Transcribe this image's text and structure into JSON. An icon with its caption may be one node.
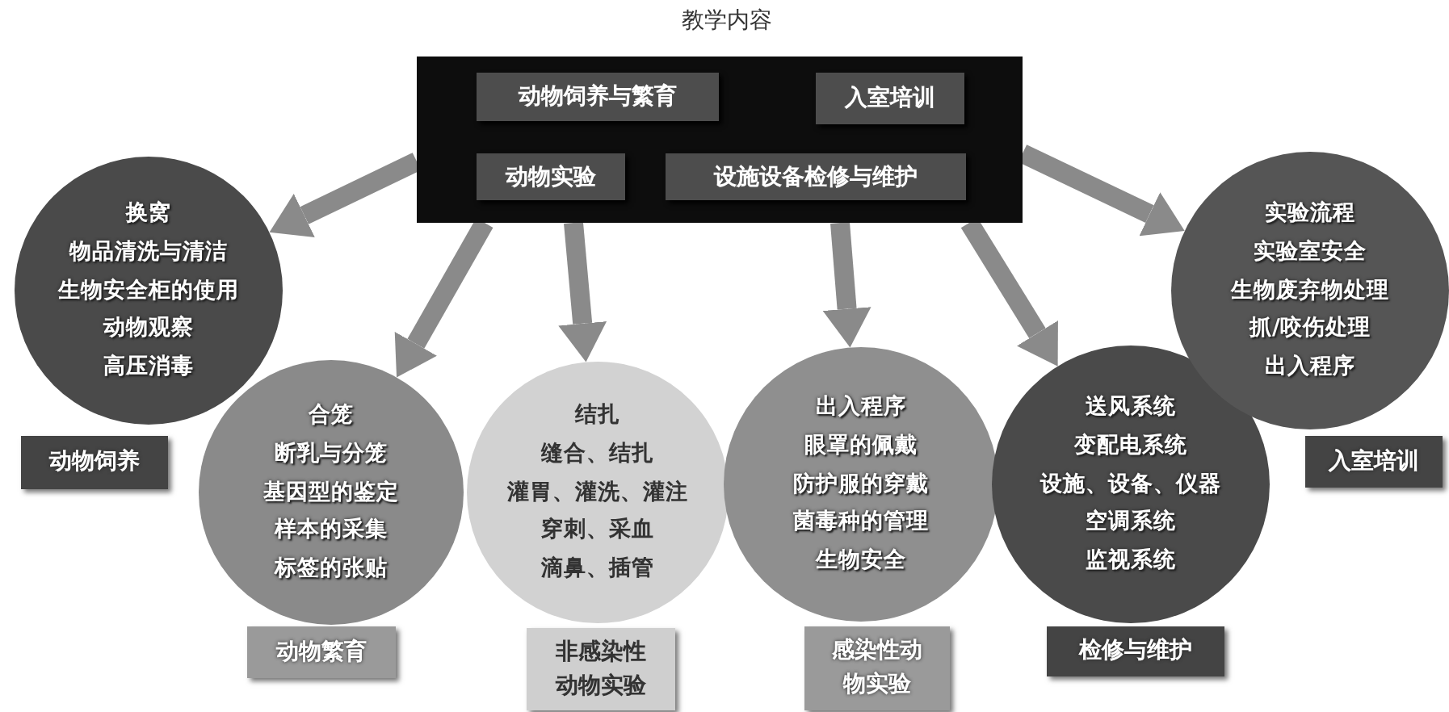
{
  "diagram": {
    "title": "教学内容",
    "nodes": [
      {
        "text": [],
        "shape": "box"
      },
      {
        "text": [
          "动物饲养与繁育"
        ],
        "in": 0
      },
      {
        "text": [
          "入室培训"
        ],
        "in": 0
      },
      {
        "text": [
          "动物实验"
        ],
        "in": 0
      },
      {
        "text": [
          "设施设备检修与维护"
        ],
        "in": 0
      },
      {
        "text": [
          "换窝",
          "物品清洗与清洁",
          "生物安全柜的使用",
          "动物观察",
          "高压消毒"
        ]
      },
      {
        "text": [
          "动物饲养"
        ]
      },
      {
        "text": [
          "合笼",
          "断乳与分笼",
          "基因型的鉴定",
          "样本的采集",
          "标签的张贴"
        ]
      },
      {
        "text": [
          "动物繁育"
        ]
      },
      {
        "text": [
          "结扎",
          "缝合、结扎",
          "灌胃、灌洗、灌注",
          "穿刺、采血",
          "滴鼻、插管"
        ]
      },
      {
        "text": [
          "非感染性动物实验"
        ]
      },
      {
        "text": [
          "出入程序",
          "眼罩的佩戴",
          "防护服的穿戴",
          "菌毒种的管理",
          "生物安全"
        ]
      },
      {
        "text": [
          "感染性动物实验"
        ]
      },
      {
        "text": [
          "送风系统",
          "变配电系统",
          "设施、设备、仪器",
          "空调系统",
          "监视系统"
        ]
      },
      {
        "text": [
          "检修与维护"
        ]
      },
      {
        "text": [
          "实验流程",
          "实验室安全",
          "生物废弃物处理",
          "抓/咬伤处理",
          "出入程序"
        ]
      },
      {
        "text": [
          "入室培训"
        ]
      }
    ],
    "edges": [
      {
        "from": 0,
        "to": 5,
        "arrow": "to"
      },
      {
        "from": 0,
        "to": 7,
        "arrow": "to"
      },
      {
        "from": 0,
        "to": 9,
        "arrow": "to"
      },
      {
        "from": 0,
        "to": 11,
        "arrow": "to"
      },
      {
        "from": 0,
        "to": 13,
        "arrow": "to"
      },
      {
        "from": 0,
        "to": 15,
        "arrow": "to"
      }
    ]
  }
}
